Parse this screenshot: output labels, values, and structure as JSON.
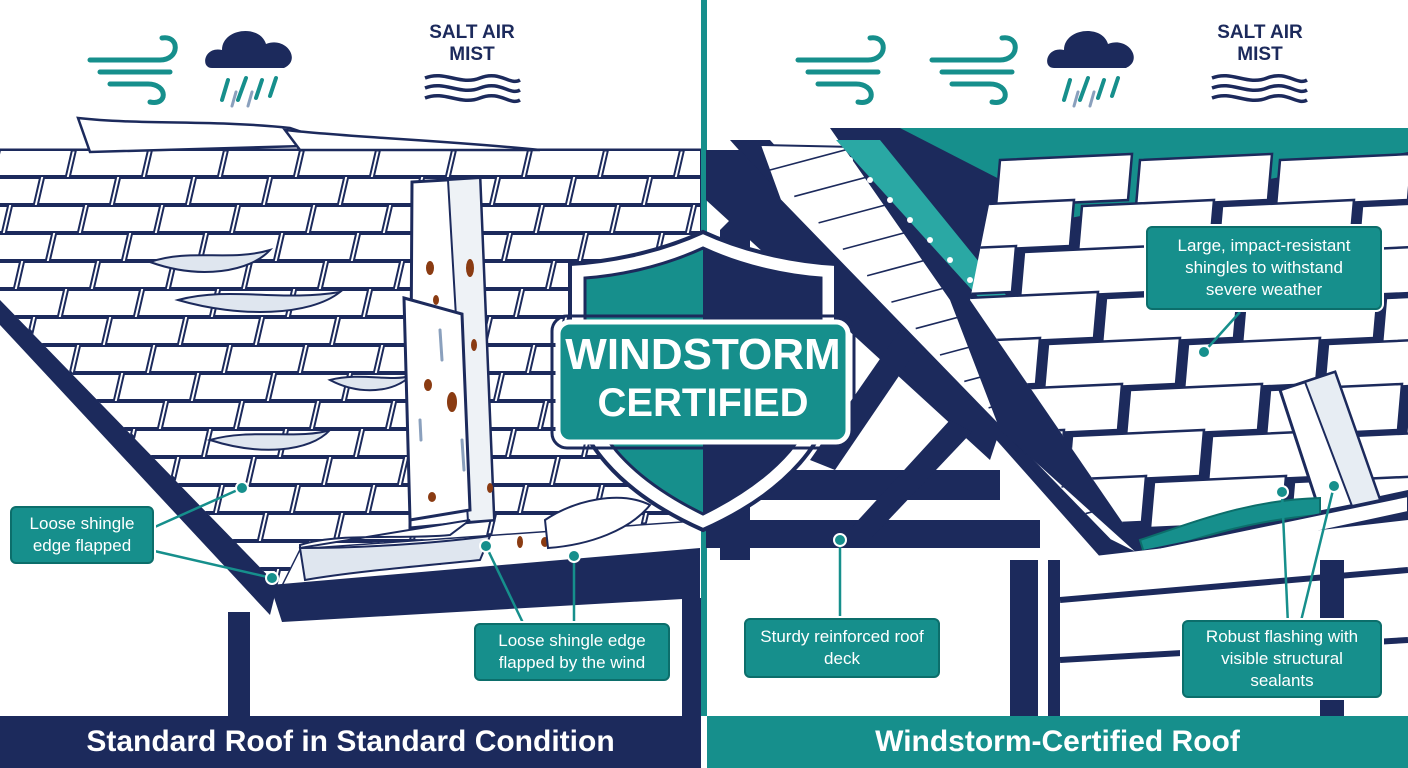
{
  "title": "",
  "left_panel": {
    "banner": "Standard Roof in Standard Condition",
    "weather_label": [
      "SALT AIR",
      "MIST"
    ],
    "callouts": [
      "Loose shingle edge flapped",
      "Loose shingle edge flapped by the wind"
    ]
  },
  "right_panel": {
    "banner": "Windstorm-Certified Roof",
    "weather_label": [
      "SALT AIR",
      "MIST"
    ],
    "callouts": [
      "Large, impact-resistant shingles to withstand severe weather",
      "Sturdy reinforced roof deck",
      "Robust flashing with visible structural sealants"
    ]
  },
  "badge": {
    "line1": "WINDSTORM",
    "line2": "CERTIFIED"
  },
  "colors": {
    "navy": "#1c2a5c",
    "teal": "#168f8c",
    "rust": "#8a3b12",
    "white": "#ffffff"
  },
  "icons": [
    "wind-icon",
    "rain-cloud-icon",
    "salt-mist-waves-icon",
    "shield-icon"
  ]
}
